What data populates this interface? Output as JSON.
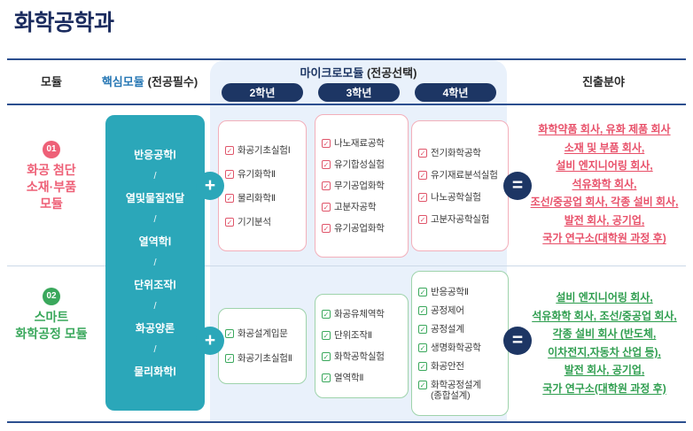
{
  "colors": {
    "navy": "#1d3664",
    "teal": "#2ba7b9",
    "module01_accent": "#ee6077",
    "module02_accent": "#3aa85c",
    "micro_panel_bg": "#e9f1fb"
  },
  "icons": {
    "plus": "+",
    "equals": "=",
    "check": "✓"
  },
  "page": {
    "title": "화학공학과"
  },
  "header": {
    "module_col": "모듈",
    "core_col_main": "핵심모듈",
    "core_col_sub": "(전공필수)",
    "micro_col_main": "마이크로모듈",
    "micro_col_sub": "(전공선택)",
    "years": [
      "2학년",
      "3학년",
      "4학년"
    ],
    "career_col": "진출분야"
  },
  "core_module": {
    "separator": "/",
    "courses": [
      "반응공학Ⅰ",
      "열및물질전달",
      "열역학Ⅰ",
      "단위조작Ⅰ",
      "화공양론",
      "물리화학Ⅰ"
    ]
  },
  "rows": [
    {
      "badge": "01",
      "module_name_lines": [
        "화공 첨단",
        "소재·부품",
        "모듈"
      ],
      "years": [
        {
          "courses": [
            "화공기초실험Ⅰ",
            "유기화학Ⅱ",
            "물리화학Ⅱ",
            "기기분석"
          ]
        },
        {
          "courses": [
            "나노재료공학",
            "유기합성실험",
            "무기공업화학",
            "고분자공학",
            "유기공업화학"
          ]
        },
        {
          "courses": [
            "전기화학공학",
            "유기재료분석실험",
            "나노공학실험",
            "고분자공학실험"
          ]
        }
      ],
      "careers": [
        "화학약품 회사, 유화 제품 회사",
        "소재 및 부품 회사,",
        "설비 엔지니어링 회사,",
        "석유화학 회사,",
        "조선/중공업 회사, 각종 설비 회사,",
        "발전 회사, 공기업,",
        "국가 연구소(대학원 과정 후)"
      ]
    },
    {
      "badge": "02",
      "module_name_lines": [
        "스마트",
        "화학공정 모듈"
      ],
      "years": [
        {
          "courses": [
            "화공설계입문",
            "화공기초실험Ⅱ"
          ]
        },
        {
          "courses": [
            "화공유체역학",
            "단위조작Ⅱ",
            "화학공학실험",
            "열역학Ⅱ"
          ]
        },
        {
          "courses": [
            "반응공학Ⅱ",
            "공정제어",
            "공정설계",
            "생명화학공학",
            "화공안전",
            "화학공정설계\n(종합설계)"
          ]
        }
      ],
      "careers": [
        "설비 엔지니어링 회사,",
        "석유화학 회사, 조선/중공업 회사,",
        "각종 설비 회사 (반도체,",
        "이차전지,자동차 산업 등),",
        "발전 회사, 공기업,",
        "국가 연구소(대학원 과정 후)"
      ]
    }
  ]
}
